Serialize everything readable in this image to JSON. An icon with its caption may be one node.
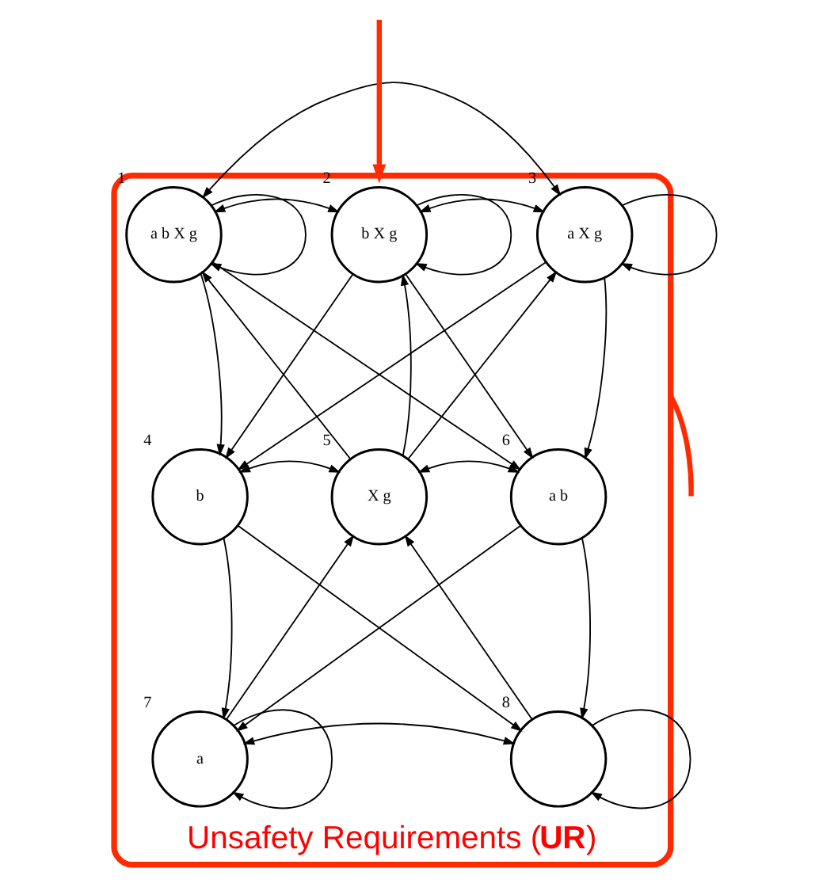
{
  "diagram": {
    "nodes": [
      {
        "text": [
          "Unsafety Requirements (**UR**)"
        ]
      },
      {
        "text": [
          "a b X g"
        ],
        "beside": [
          "1"
        ],
        "in": 0
      },
      {
        "text": [
          "b X g"
        ],
        "beside": [
          "2"
        ],
        "in": 0
      },
      {
        "text": [
          "a X g"
        ],
        "beside": [
          "3"
        ],
        "in": 0
      },
      {
        "text": [
          "b"
        ],
        "beside": [
          "4"
        ],
        "in": 0
      },
      {
        "text": [
          "X g"
        ],
        "beside": [
          "5"
        ],
        "in": 0
      },
      {
        "text": [
          "a b"
        ],
        "beside": [
          "6"
        ],
        "in": 0
      },
      {
        "text": [
          "a"
        ],
        "beside": [
          "7"
        ],
        "in": 0
      },
      {
        "text": [],
        "shape": "circle",
        "beside": [
          "8"
        ],
        "in": 0
      }
    ],
    "edges": [
      {
        "from": null,
        "to": 0,
        "arrow": "to",
        "color": "#ff2a00",
        "style": "thick"
      },
      {
        "from": null,
        "to": 0,
        "arrow": "none",
        "color": "#ff2a00",
        "style": "thick"
      },
      {
        "from": 1,
        "to": 1,
        "arrow": "to"
      },
      {
        "from": 2,
        "to": 2,
        "arrow": "to"
      },
      {
        "from": 3,
        "to": 3,
        "arrow": "to"
      },
      {
        "from": 1,
        "to": 2,
        "arrow": "both"
      },
      {
        "from": 2,
        "to": 3,
        "arrow": "both"
      },
      {
        "from": 1,
        "to": 3,
        "arrow": "both"
      },
      {
        "from": 1,
        "to": 4,
        "arrow": "to"
      },
      {
        "from": 1,
        "to": 6,
        "arrow": "to"
      },
      {
        "from": 2,
        "to": 4,
        "arrow": "to"
      },
      {
        "from": 2,
        "to": 6,
        "arrow": "to"
      },
      {
        "from": 5,
        "to": 2,
        "arrow": "to"
      },
      {
        "from": 3,
        "to": 4,
        "arrow": "to"
      },
      {
        "from": 3,
        "to": 6,
        "arrow": "to"
      },
      {
        "from": 5,
        "to": 1,
        "arrow": "to"
      },
      {
        "from": 5,
        "to": 3,
        "arrow": "to"
      },
      {
        "from": 4,
        "to": 5,
        "arrow": "both"
      },
      {
        "from": 5,
        "to": 6,
        "arrow": "both"
      },
      {
        "from": 4,
        "to": 7,
        "arrow": "to"
      },
      {
        "from": 4,
        "to": 8,
        "arrow": "to"
      },
      {
        "from": 6,
        "to": 7,
        "arrow": "to"
      },
      {
        "from": 6,
        "to": 8,
        "arrow": "to"
      },
      {
        "from": 7,
        "to": 5,
        "arrow": "to"
      },
      {
        "from": 8,
        "to": 5,
        "arrow": "to"
      },
      {
        "from": 7,
        "to": 8,
        "arrow": "both"
      },
      {
        "from": 7,
        "to": 7,
        "arrow": "to"
      },
      {
        "from": 8,
        "to": 8,
        "arrow": "to"
      }
    ]
  }
}
